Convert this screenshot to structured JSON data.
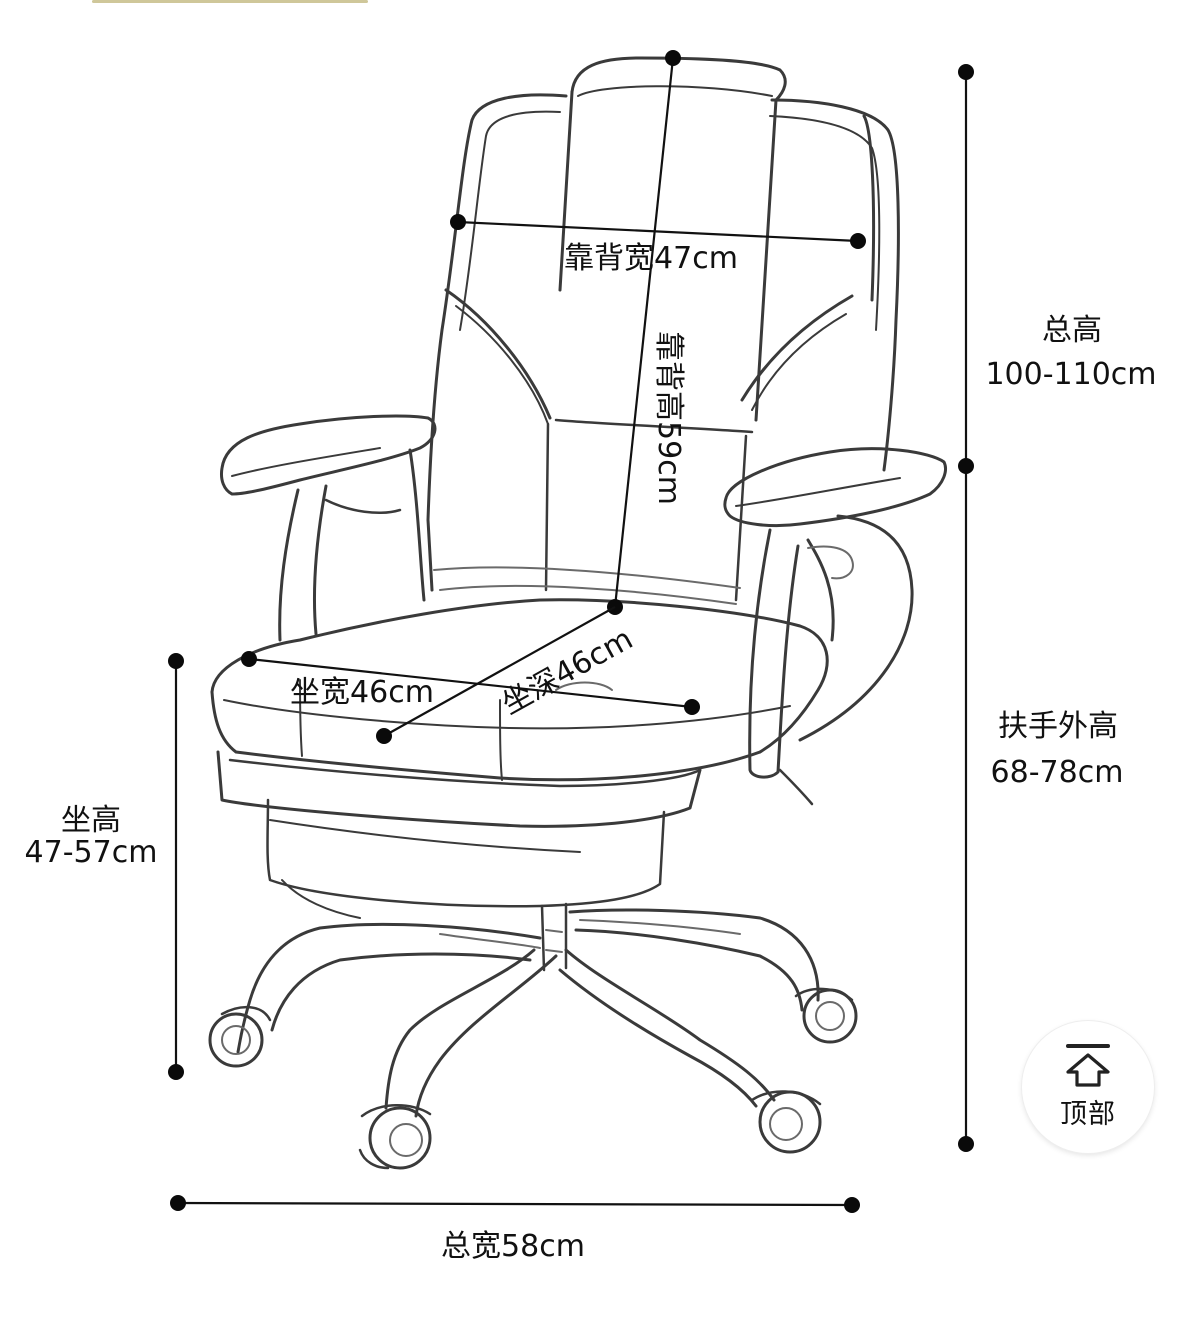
{
  "dimensions": {
    "backrest_width": "靠背宽47cm",
    "backrest_height": "靠背高59cm",
    "total_height_label": "总高",
    "total_height_value": "100-110cm",
    "armrest_height_label": "扶手外高",
    "armrest_height_value": "68-78cm",
    "seat_width": "坐宽46cm",
    "seat_depth": "坐深46cm",
    "seat_height_label": "坐高",
    "seat_height_value": "47-57cm",
    "total_width": "总宽58cm"
  },
  "top_button": {
    "icon": "arrow-up-icon",
    "label": "顶部"
  }
}
